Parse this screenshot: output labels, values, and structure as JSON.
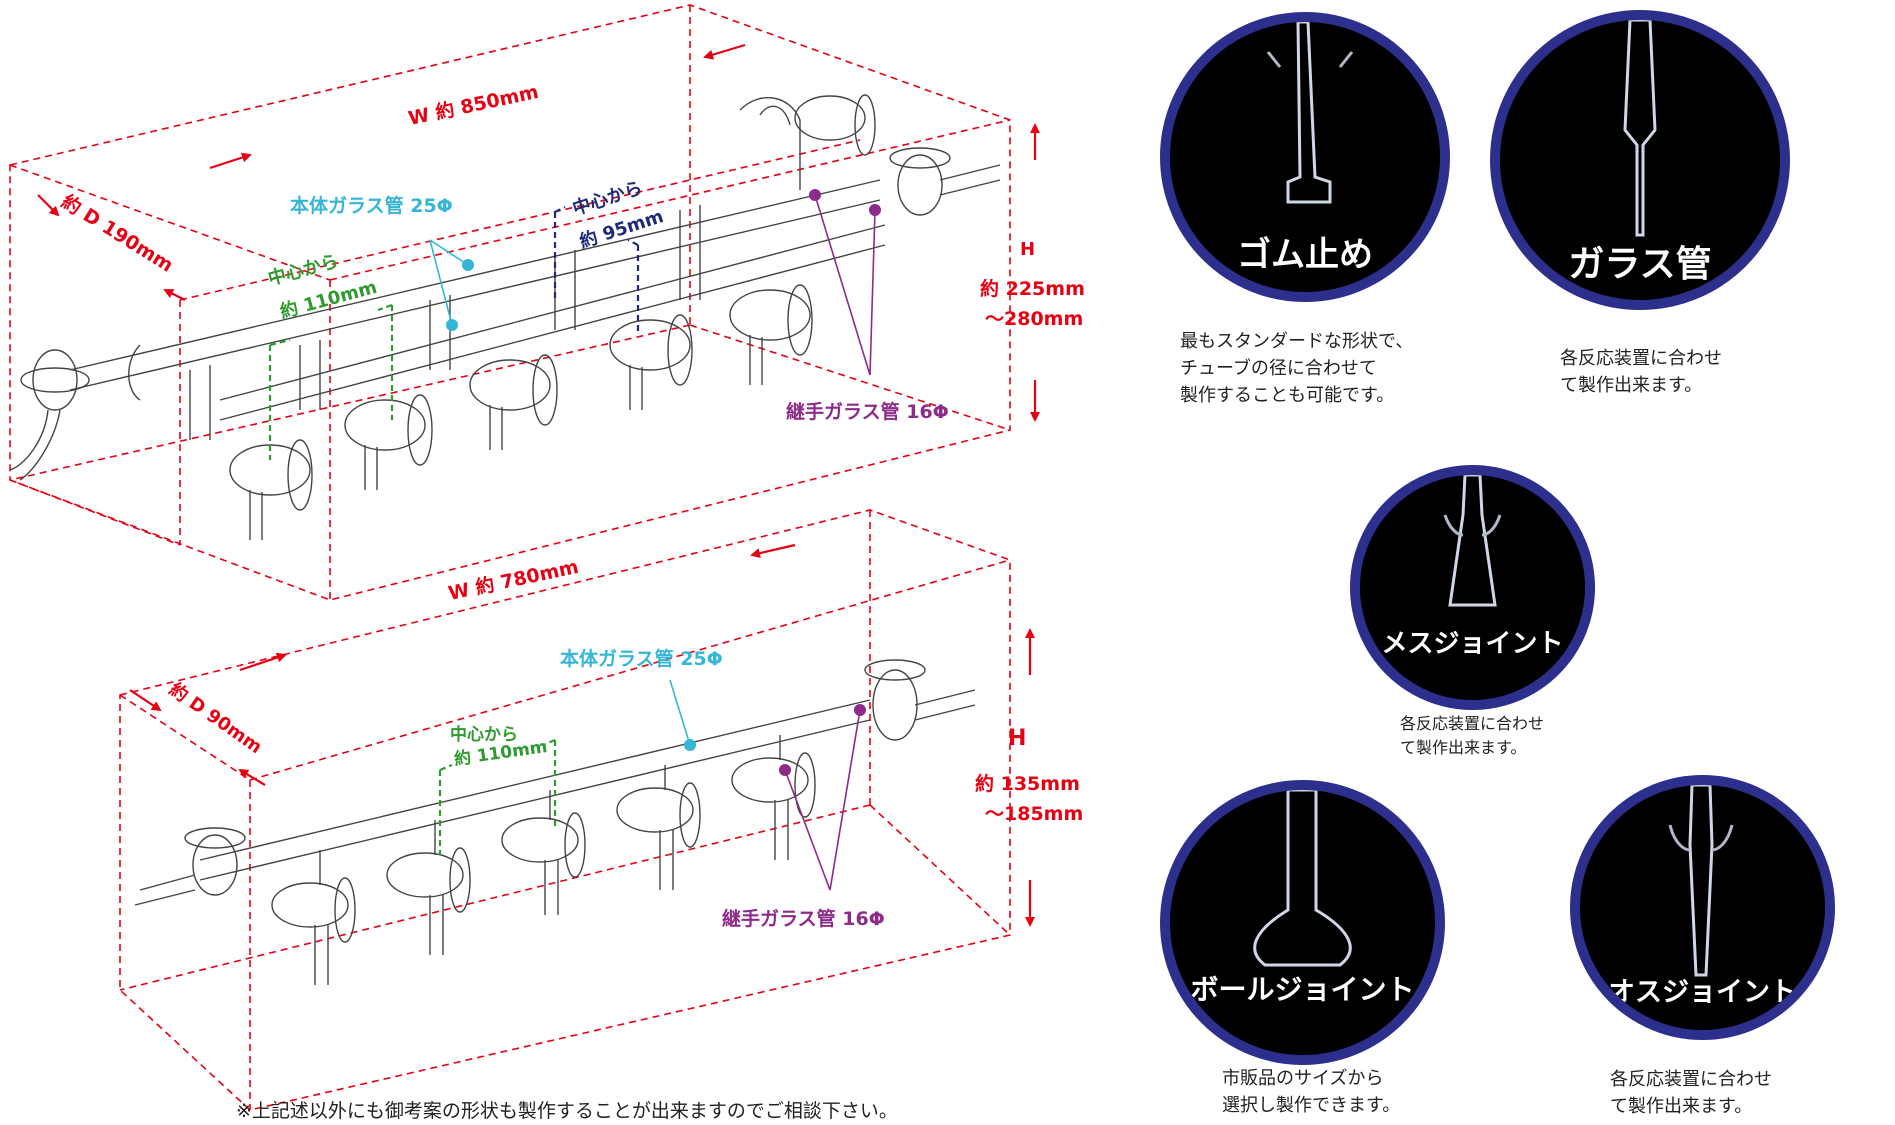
{
  "manifold_large": {
    "width_label": "W 約 850mm",
    "depth_label": "約 D 190mm",
    "height_label_h": "H",
    "height_label_1": "約 225mm",
    "height_label_2": "～280mm",
    "body_tube_label": "本体ガラス管 25Φ",
    "joint_tube_label": "継手ガラス管 16Φ",
    "pitch_a_label_1": "中心から",
    "pitch_a_label_2": "約 110mm",
    "pitch_b_label_1": "中心から",
    "pitch_b_label_2": "約 95mm"
  },
  "manifold_small": {
    "width_label": "W 約 780mm",
    "depth_label": "約 D 90mm",
    "height_label_h": "H",
    "height_label_1": "約 135mm",
    "height_label_2": "～185mm",
    "body_tube_label": "本体ガラス管 25Φ",
    "joint_tube_label": "継手ガラス管 16Φ",
    "pitch_label_1": "中心から",
    "pitch_label_2": "約 110mm"
  },
  "joint_types": [
    {
      "title": "ゴム止め",
      "desc": [
        "最もスタンダードな形状で、",
        "チューブの径に合わせて",
        "製作することも可能です。"
      ]
    },
    {
      "title": "ガラス管",
      "desc": [
        "各反応装置に合わせ",
        "て製作出来ます。"
      ]
    },
    {
      "title": "メスジョイント",
      "desc": [
        "各反応装置に合わせ",
        "て製作出来ます。"
      ]
    },
    {
      "title": "ボールジョイント",
      "desc": [
        "市販品のサイズから",
        "選択し製作できます。"
      ]
    },
    {
      "title": "オスジョイント",
      "desc": [
        "各反応装置に合わせ",
        "て製作出来ます。"
      ]
    }
  ],
  "footnote": "※上記述以外にも御考案の形状も製作することが出来ますのでご相談下さい。",
  "colors": {
    "dimension_red": "#e60012",
    "body_cyan": "#35b6d6",
    "joint_purple": "#8e2a8a",
    "pitch_green": "#2f9b2f",
    "pitch_navy": "#1e2a78",
    "circle_border": "#2c2f8c"
  }
}
